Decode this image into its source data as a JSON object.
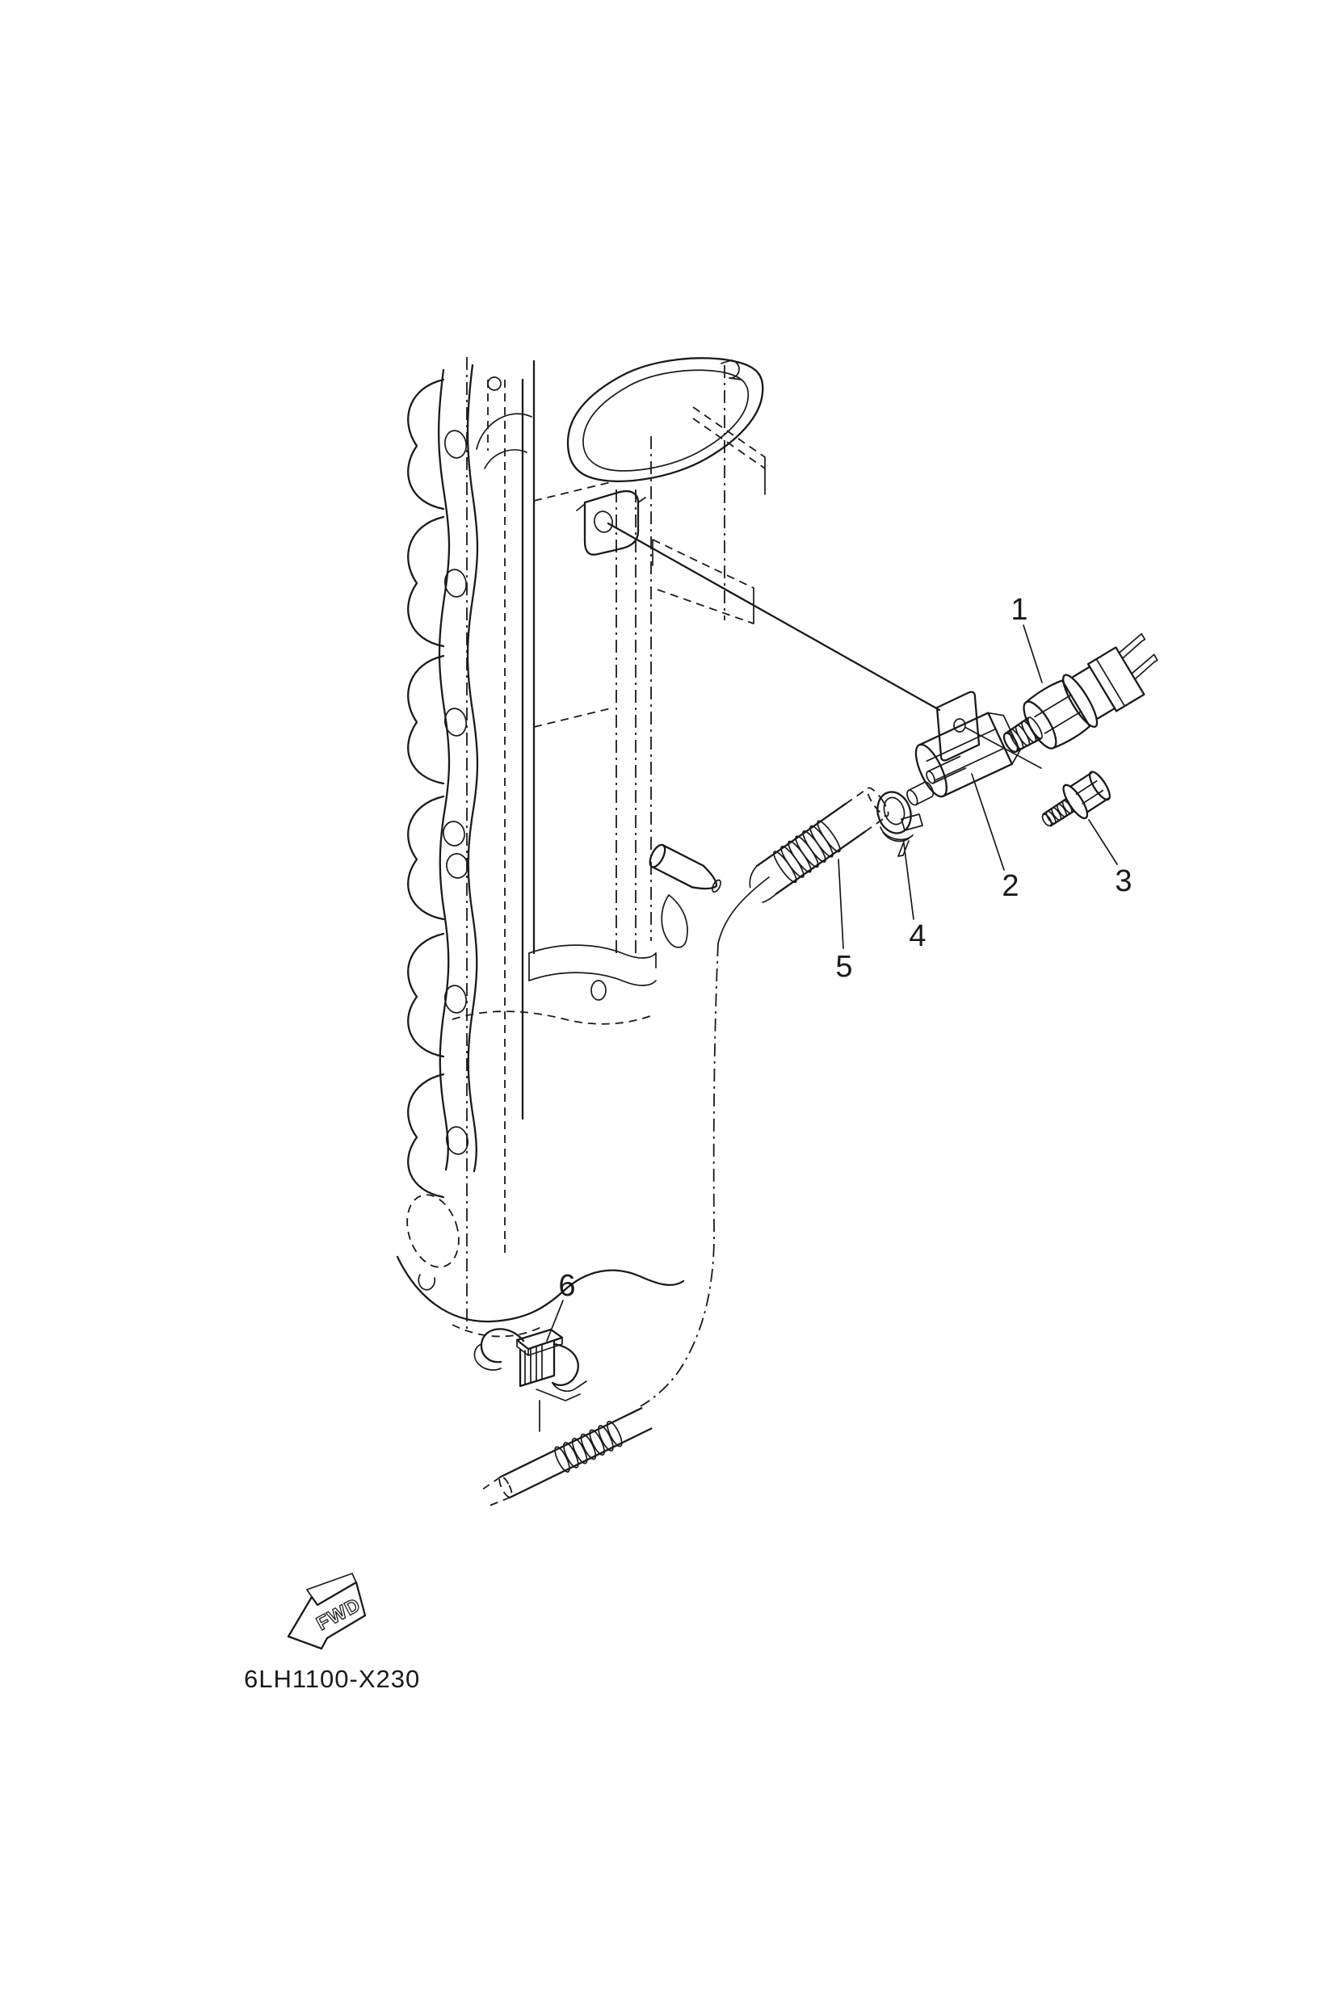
{
  "page": {
    "background_color": "#ffffff",
    "ink_color": "#1a1a1a"
  },
  "diagram": {
    "figure_type": "exploded-parts-line-drawing",
    "drawing_code": "6LH1100-X230",
    "orientation_label": "FWD",
    "callouts": [
      {
        "ref": "1"
      },
      {
        "ref": "2"
      },
      {
        "ref": "3"
      },
      {
        "ref": "4"
      },
      {
        "ref": "5"
      },
      {
        "ref": "6"
      }
    ]
  }
}
